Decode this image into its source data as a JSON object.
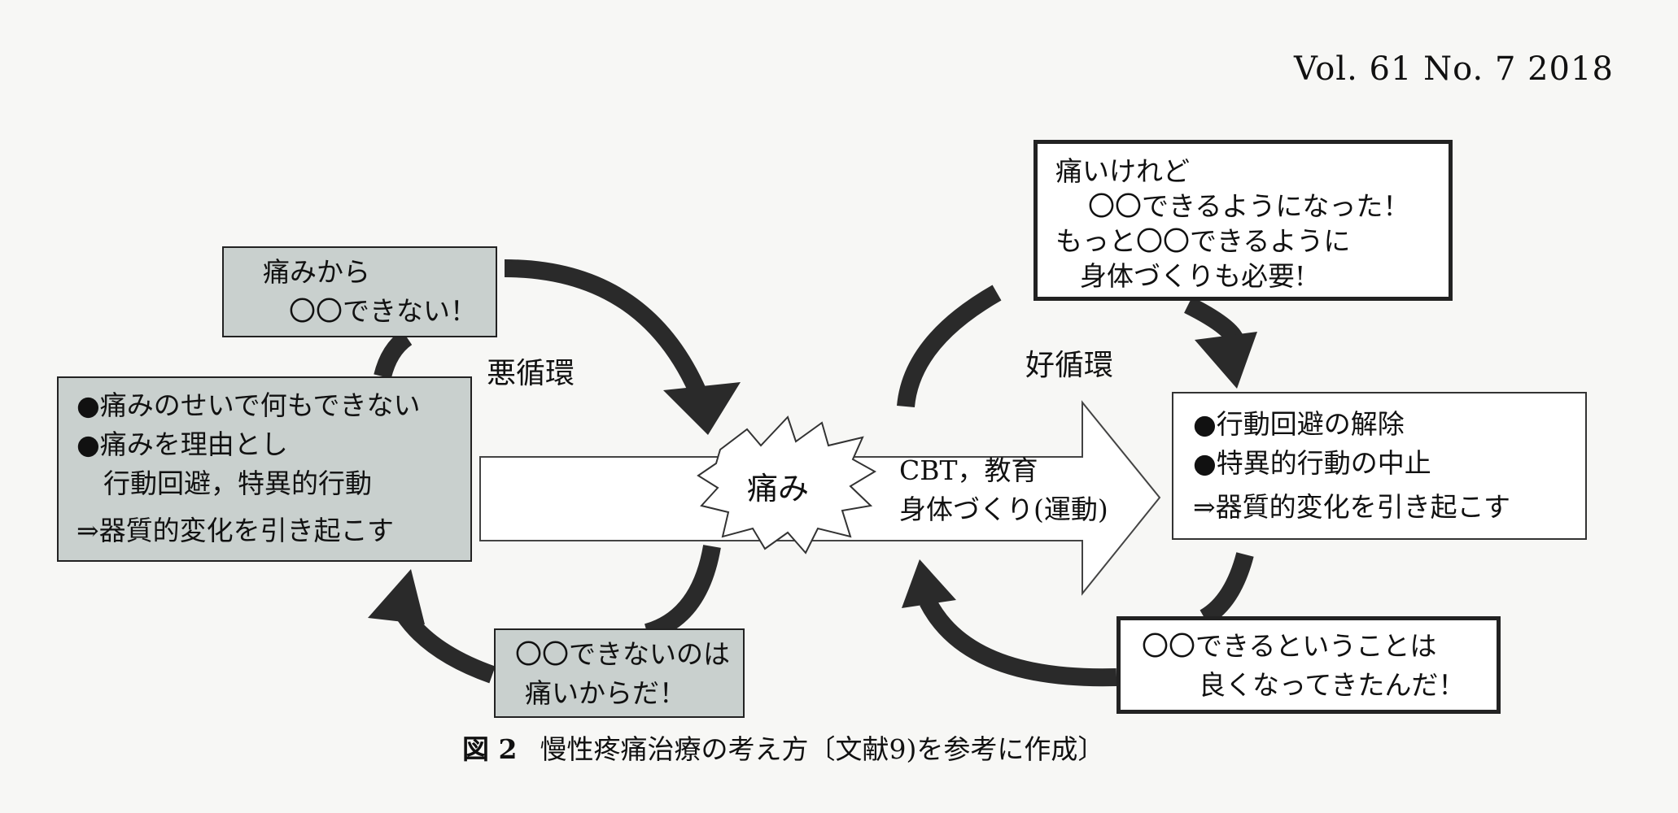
{
  "header": {
    "volume": "Vol. 61  No. 7  2018"
  },
  "vicious": {
    "label": "悪循環",
    "top_box": [
      "痛みから",
      "〇〇できない！"
    ],
    "left_box": [
      "●痛みのせいで何もできない",
      "●痛みを理由とし",
      "　行動回避，特異的行動",
      "⇒器質的変化を引き起こす"
    ],
    "bottom_box": [
      "〇〇できないのは",
      "痛いからだ！"
    ]
  },
  "center": {
    "pain": "痛み",
    "intervention": [
      "CBT，教育",
      "身体づくり(運動)"
    ]
  },
  "virtuous": {
    "label": "好循環",
    "top_box": [
      "痛いけれど",
      "〇〇できるようになった！",
      "もっと〇〇できるように",
      "身体づくりも必要!"
    ],
    "right_box": [
      "●行動回避の解除",
      "●特異的行動の中止",
      "⇒器質的変化を引き起こす"
    ],
    "bottom_box": [
      "〇〇できるということは",
      "良くなってきたんだ！"
    ]
  },
  "caption": {
    "number": "図 2",
    "text": "慢性疼痛治療の考え方〔文献9)を参考に作成〕"
  }
}
